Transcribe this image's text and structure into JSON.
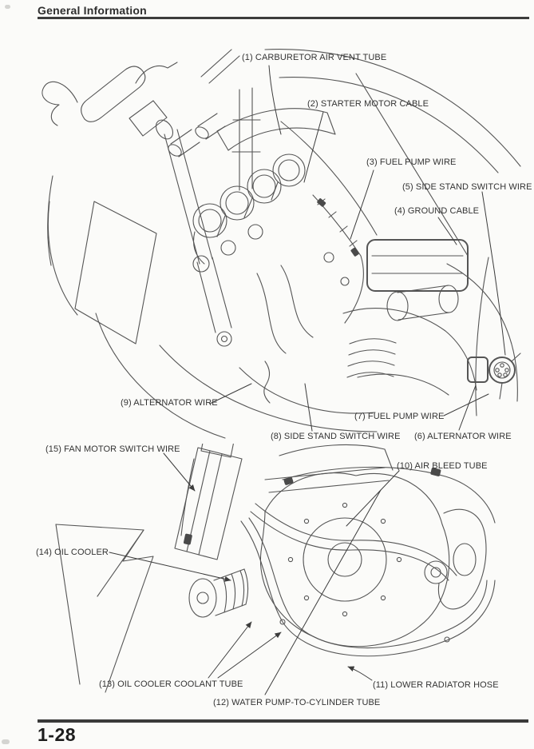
{
  "colors": {
    "paper": "#fbfbf9",
    "ink": "#333333",
    "rule": "#3c3c3c",
    "line_art": "#555555"
  },
  "header": {
    "title": "General Information"
  },
  "footer": {
    "page_number": "1-28"
  },
  "figures": [
    {
      "id": "engine-wiring-routing",
      "callouts": [
        {
          "text": "(1) CARBURETOR AIR VENT TUBE"
        },
        {
          "text": "(2) STARTER MOTOR CABLE"
        },
        {
          "text": "(3) FUEL PUMP WIRE"
        },
        {
          "text": "(5) SIDE STAND SWITCH WIRE"
        },
        {
          "text": "(4) GROUND CABLE"
        },
        {
          "text": "(9) ALTERNATOR WIRE"
        },
        {
          "text": "(7) FUEL PUMP WIRE"
        },
        {
          "text": "(8) SIDE STAND SWITCH WIRE"
        },
        {
          "text": "(6) ALTERNATOR WIRE"
        }
      ]
    },
    {
      "id": "cooling-system-routing",
      "callouts": [
        {
          "text": "(15) FAN MOTOR SWITCH WIRE"
        },
        {
          "text": "(10) AIR BLEED TUBE"
        },
        {
          "text": "(14) OIL COOLER"
        },
        {
          "text": "(13) OIL COOLER COOLANT TUBE"
        },
        {
          "text": "(11) LOWER RADIATOR HOSE"
        },
        {
          "text": "(12) WATER PUMP-TO-CYLINDER TUBE"
        }
      ]
    }
  ]
}
